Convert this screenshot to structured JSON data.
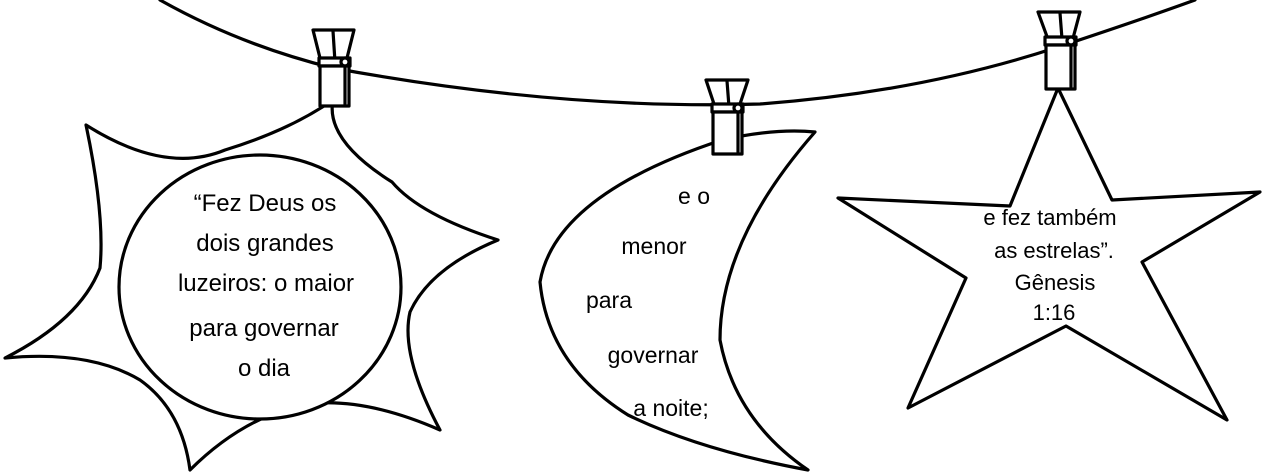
{
  "sun": {
    "lines": [
      "“Fez Deus os",
      "dois grandes",
      "luzeiros: o maior",
      "para governar",
      "o dia"
    ]
  },
  "moon": {
    "lines": [
      "e o",
      "menor",
      "para",
      "governar",
      "a noite;"
    ]
  },
  "star": {
    "lines": [
      "e fez também",
      "as estrelas”.",
      "Gênesis",
      "1:16"
    ]
  },
  "colors": {
    "ink": "#000000",
    "paper": "#ffffff"
  }
}
